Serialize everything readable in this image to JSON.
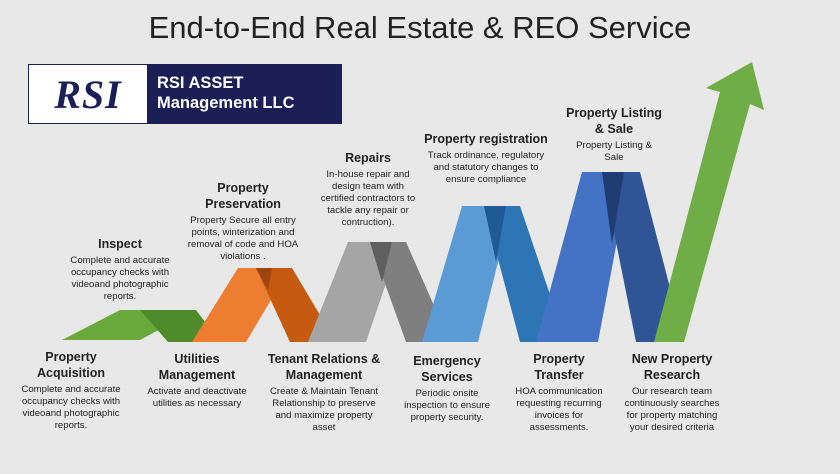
{
  "title": "End-to-End Real Estate & REO Service",
  "logo": {
    "mark": "RSI",
    "line1": "RSI ASSET",
    "line2": "Management LLC"
  },
  "colors": {
    "green": "#6aaa3c",
    "orange": "#ed7d31",
    "gray": "#a5a5a5",
    "light_blue": "#5b9bd5",
    "blue": "#4472c4",
    "navy": "#1b1f56"
  },
  "top_steps": [
    {
      "heading": "Inspect",
      "desc": "Complete and accurate occupancy checks with videoand photographic reports."
    },
    {
      "heading": "Property Preservation",
      "desc": "Property Secure all entry points, winterization and removal of code and HOA violations ."
    },
    {
      "heading": "Repairs",
      "desc": "In-house repair and design team with certified contractors to tackle any repair or contruction)."
    },
    {
      "heading": "Property registration",
      "desc": "Track ordinance, regulatory and statutory changes to ensure compliance"
    },
    {
      "heading": "Property Listing & Sale",
      "desc": "Property Listing & Sale"
    }
  ],
  "bottom_steps": [
    {
      "heading": "Property Acquisition",
      "desc": "Complete and accurate occupancy checks with videoand photographic reports."
    },
    {
      "heading": "Utilities Management",
      "desc": "Activate and deactivate utilities as necessary"
    },
    {
      "heading": "Tenant Relations & Management",
      "desc": "Create & Maintain Tenant Relationship to preserve and maximize property asset"
    },
    {
      "heading": "Emergency Services",
      "desc": "Periodic onsite inspection to ensure property security."
    },
    {
      "heading": "Property Transfer",
      "desc": "HOA communication requesting recurring invoices for assessments."
    },
    {
      "heading": "New Property Research",
      "desc": "Our research team continuously searches for property matching your desired criteria"
    }
  ]
}
